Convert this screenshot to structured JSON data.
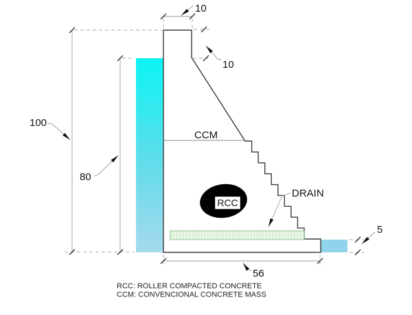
{
  "scene": {
    "labels": {
      "ccm": "CCM",
      "drain": "DRAIN",
      "rcc": "RCC"
    },
    "dims": {
      "crest_width": "10",
      "crest_to_slope": "10",
      "dam_height": "100",
      "reservoir_depth": "80",
      "tailwater_depth": "5",
      "base_width": "56"
    },
    "legend": {
      "rcc": "RCC: ROLLER COMPACTED CONCRETE",
      "ccm": "CCM: CONVENCIONAL CONCRETE MASS"
    },
    "colors": {
      "water_top": "#0cf4f4",
      "water_mid": "#63dcea",
      "water_bottom": "#a6daee",
      "tailwater": "#90d3eb",
      "drain_fill": "#e9f5e5",
      "drain_dot": "#9ccf98",
      "drain_border": "#86c386",
      "outline": "#3a3a3a",
      "ccm_line": "#8a8a8a",
      "texture": "#bfbfbf"
    }
  }
}
